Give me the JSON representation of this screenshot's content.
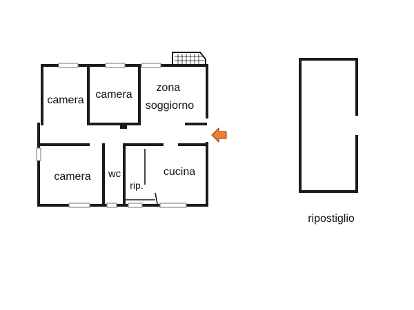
{
  "floor_plan": {
    "rooms": {
      "camera_1": "camera",
      "camera_2": "camera",
      "living": "zona\nsoggiorno",
      "camera_3": "camera",
      "wc": "wc",
      "rip": "rip.",
      "kitchen": "cucina"
    }
  },
  "storage": {
    "label": "ripostiglio"
  },
  "colors": {
    "wall": "#1a1a1a",
    "entrance_arrow": "#f07f2e",
    "arrow_outline": "#8a3a10",
    "window": "#8c8c8c"
  },
  "icons": {
    "entrance": "entrance-arrow-icon"
  }
}
